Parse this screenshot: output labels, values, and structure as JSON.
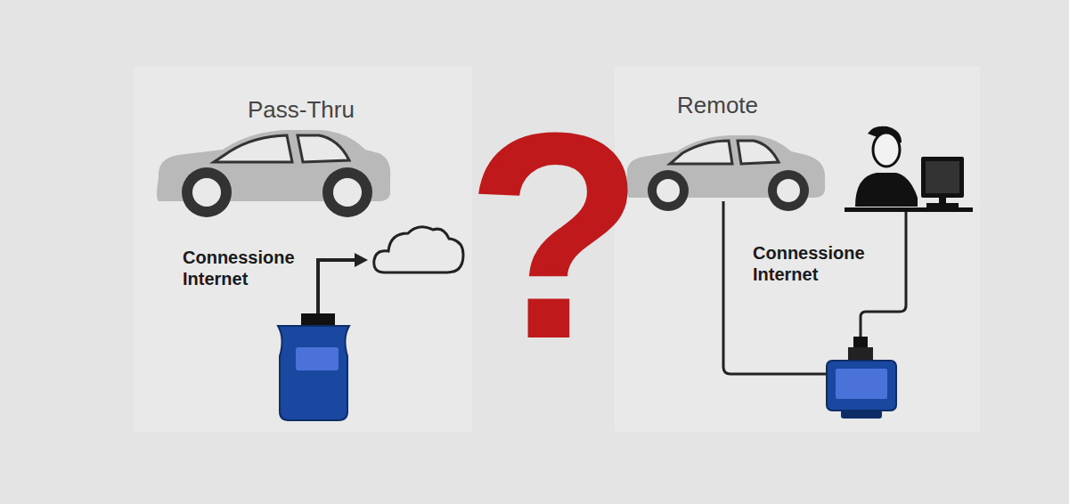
{
  "diagram": {
    "labels": [
      "Pass-Thru",
      "Connessione Internet",
      "?",
      "Remote",
      "Connessione Internet"
    ]
  }
}
